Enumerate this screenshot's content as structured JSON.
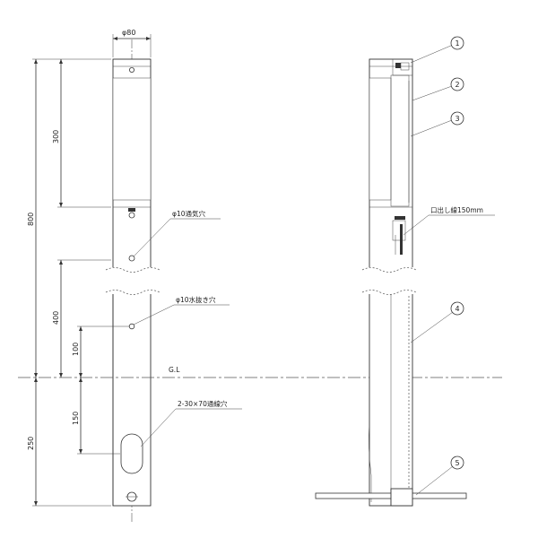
{
  "dimensions": {
    "width": "φ80",
    "total_above": "800",
    "upper_section": "300",
    "lower_section": "400",
    "hole_height": "100",
    "slot_depth": "150",
    "embed_depth": "250"
  },
  "annotations": {
    "vent_hole": "φ10通気穴",
    "drain_hole": "φ10水抜き穴",
    "wire_hole": "2-30×70通線穴",
    "ground_line": "G.L",
    "wire_lead": "口出し線150mm"
  },
  "callouts": [
    "1",
    "2",
    "3",
    "4",
    "5"
  ]
}
